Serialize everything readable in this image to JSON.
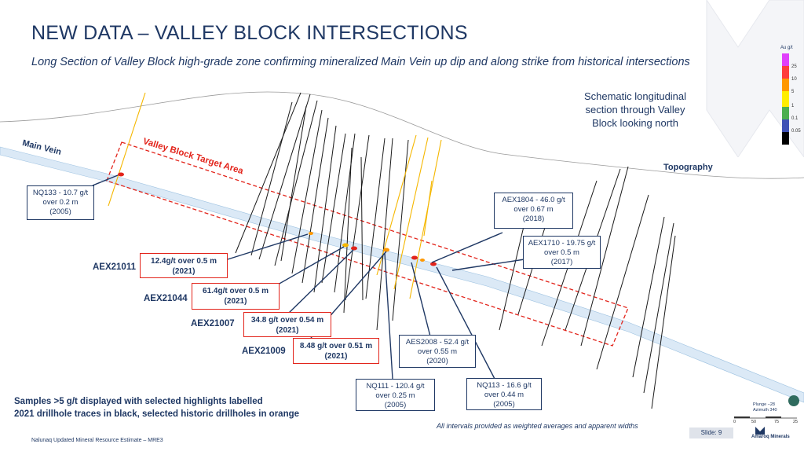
{
  "title": "NEW DATA – VALLEY BLOCK INTERSECTIONS",
  "subtitle": "Long Section of Valley Block high-grade zone confirming mineralized Main Vein up dip and along strike from historical intersections",
  "schematic_note": [
    "Schematic longitudinal",
    "section through Valley",
    "Block looking north"
  ],
  "labels": {
    "main_vein": "Main Vein",
    "target_area": "Valley Block Target Area",
    "topography": "Topography"
  },
  "callouts": {
    "nq133": [
      "NQ133 - 10.7 g/t",
      "over 0.2 m",
      "(2005)"
    ],
    "aex1804": [
      "AEX1804 - 46.0 g/t",
      "over 0.67 m",
      "(2018)"
    ],
    "aex1710": [
      "AEX1710 - 19.75 g/t",
      "over 0.5 m",
      "(2017)"
    ],
    "aes2008": [
      "AES2008 - 52.4 g/t",
      "over 0.55 m",
      "(2020)"
    ],
    "nq113": [
      "NQ113 - 16.6 g/t",
      "over 0.44 m",
      "(2005)"
    ],
    "nq111": [
      "NQ111 - 120.4 g/t",
      "over 0.25 m",
      "(2005)"
    ]
  },
  "drillholes_2021": [
    {
      "name": "AEX21011",
      "result": "12.4g/t over 0.5 m",
      "year": "(2021)"
    },
    {
      "name": "AEX21044",
      "result": "61.4g/t over 0.5 m",
      "year": "(2021)"
    },
    {
      "name": "AEX21007",
      "result": "34.8 g/t over 0.54 m",
      "year": "(2021)"
    },
    {
      "name": "AEX21009",
      "result": "8.48 g/t over 0.51 m",
      "year": "(2021)"
    }
  ],
  "notes": [
    "Samples >5 g/t displayed with selected highlights labelled",
    "2021 drillhole traces in black, selected historic drillholes in orange"
  ],
  "footnote": "All intervals provided as weighted averages and apparent widths",
  "footer_left": "Nalunaq Updated Mineral Resource Estimate – MRE3",
  "slide_tag": "Slide: 9",
  "legend": {
    "title": "Au g/t",
    "ticks": [
      "25",
      "10",
      "5",
      "1",
      "0.1",
      "0.05"
    ],
    "colors": [
      "#e040fb",
      "#ff3d3d",
      "#ff9800",
      "#ffee00",
      "#4caf50",
      "#3f51b5",
      "#000000"
    ]
  },
  "compass": {
    "plunge": "Plunge −28",
    "azimuth": "Azimuth 340",
    "scale_ticks": [
      "0",
      "50",
      "75",
      "25"
    ]
  },
  "logo": "Amaroq Minerals",
  "colors": {
    "navy": "#1f3864",
    "red": "#e2231a",
    "orange": "#f5b700",
    "vein": "#cfe3f3"
  }
}
